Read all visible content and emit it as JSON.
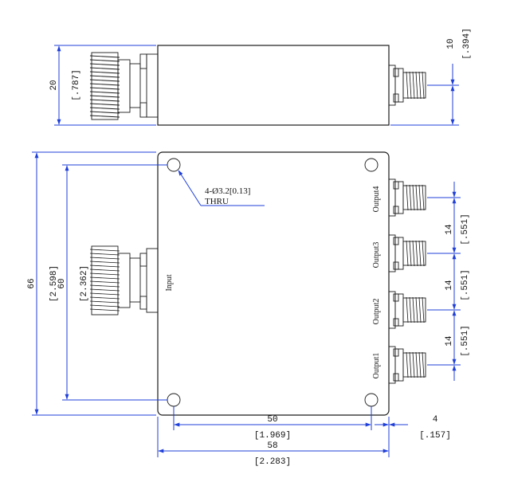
{
  "side_view": {
    "dim_height": {
      "mm": "20",
      "inch": "[.787]"
    },
    "dim_connector": {
      "mm": "10",
      "inch": "[.394]"
    }
  },
  "front_view": {
    "dim_total_height": {
      "mm": "66",
      "inch": "[2.598]"
    },
    "dim_hole_height": {
      "mm": "60",
      "inch": "[2.362]"
    },
    "dim_output_pitch": [
      {
        "mm": "14",
        "inch": "[.551]"
      },
      {
        "mm": "14",
        "inch": "[.551]"
      },
      {
        "mm": "14",
        "inch": "[.551]"
      }
    ],
    "dim_hole_width": {
      "mm": "50",
      "inch": "[1.969]"
    },
    "dim_edge_offset": {
      "mm": "4",
      "inch": "[.157]"
    },
    "dim_total_width": {
      "mm": "58",
      "inch": "[2.283]"
    },
    "hole_note": {
      "line1": "4-Ø3.2[0.13]",
      "line2": "THRU"
    },
    "port_labels": {
      "input": "Input",
      "outputs": [
        "Output4",
        "Output3",
        "Output2",
        "Output1"
      ]
    }
  },
  "colors": {
    "outline": "#1a1a1a",
    "dimension": "#1f3fd9"
  }
}
